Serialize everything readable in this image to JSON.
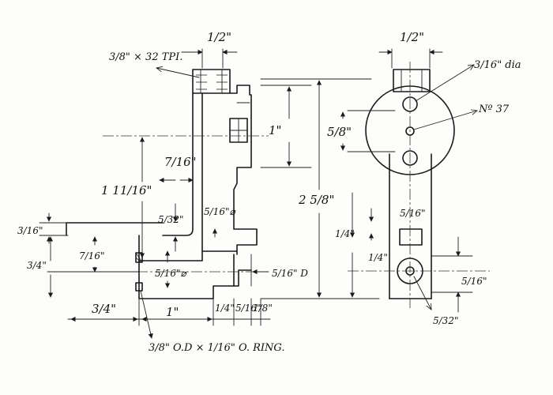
{
  "dimensions": {
    "top_half": "1/2\"",
    "thread_note": "3/8\" × 32 TPI.",
    "one_inch_v": "1\"",
    "five_eighths": "5/8\"",
    "two_five_eighths": "2 5/8\"",
    "seven_sixteenths": "7/16\"",
    "one_eleven_sixteenths": "1 11/16\"",
    "five_thirtyseconds_a": "5/32\"",
    "five_sixteenths_dia": "5/16\"⌀",
    "three_sixteenths": "3/16\"",
    "three_quarter_v": "3/4\"",
    "seven_sixteenths_b": "7/16\"",
    "five_sixteenths_dia_b": "5/16\"⌀",
    "five_sixteenths_d": "5/16\" D",
    "three_quarter_h": "3/4\"",
    "one_inch_h": "1\"",
    "quarter_h": "1/4\"",
    "five_sixteenths_h": "5/16\"",
    "one_eighth_h": "1/8\"",
    "oring_note": "3/8\" O.D × 1/16\" O. RING.",
    "side_half": "1/2\"",
    "dia_note": "3/16\" dia",
    "drill_no": "Nº 37",
    "side_five_sixteenths": "5/16\"",
    "side_quarter": "1/4\"",
    "side_quarter_b": "1/4\"",
    "side_five_sixteenths_r": "5/16\"",
    "side_five_thirtyseconds": "5/32\""
  },
  "colors": {
    "ink": "#1a1a1a",
    "paper": "#fdfdfb"
  }
}
